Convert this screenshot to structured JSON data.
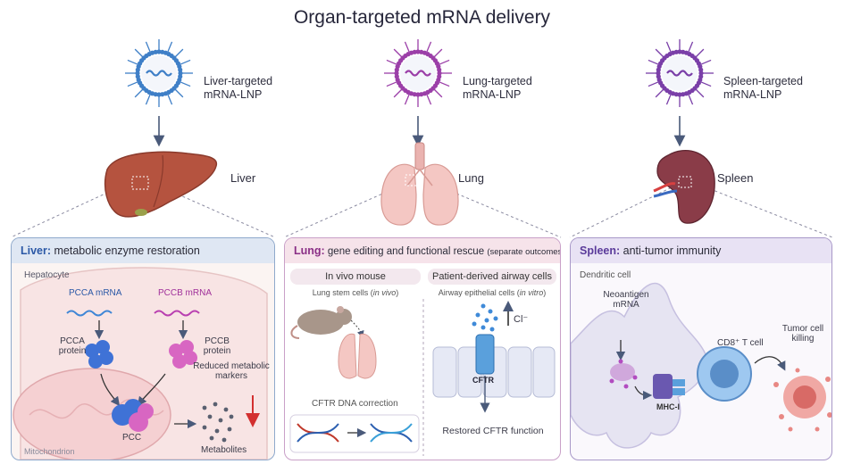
{
  "title": "Organ-targeted mRNA delivery",
  "lnps": [
    {
      "label": "Liver-targeted mRNA-LNP",
      "organ": "Liver",
      "color": "#3f7fc7"
    },
    {
      "label": "Lung-targeted mRNA-LNP",
      "organ": "Lung",
      "color": "#9b3fa8"
    },
    {
      "label": "Spleen-targeted mRNA-LNP",
      "organ": "Spleen",
      "color": "#7a3fa8"
    }
  ],
  "liver_panel": {
    "head_bold": "Liver:",
    "head_rest": " metabolic enzyme restoration",
    "cell": "Hepatocyte",
    "pcca_mrna": "PCCA mRNA",
    "pccb_mrna": "PCCB mRNA",
    "pcca_protein": "PCCA protein",
    "pccb_protein": "PCCB protein",
    "pcc": "PCC",
    "reduced": "Reduced metabolic markers",
    "metabolites": "Metabolites",
    "mito": "Mitochondrion"
  },
  "lung_panel": {
    "head_bold": "Lung:",
    "head_rest": " gene editing and functional rescue",
    "head_note": "(separate outcomes)",
    "left_title": "In vivo mouse",
    "left_sub": "Lung stem cells (",
    "left_sub_em": "in vivo",
    "left_sub_end": ")",
    "dna": "CFTR DNA correction",
    "right_title": "Patient-derived airway cells",
    "right_sub": "Airway epithelial cells (",
    "right_sub_em": "in vitro",
    "right_sub_end": ")",
    "ion": "Cl⁻",
    "cftr": "CFTR",
    "restored": "Restored CFTR function"
  },
  "spleen_panel": {
    "head_bold": "Spleen:",
    "head_rest": " anti-tumor immunity",
    "cell": "Dendritic cell",
    "neo": "Neoantigen mRNA",
    "tcell": "CD8⁺ T cell",
    "mhc": "MHC-I",
    "kill": "Tumor cell killing"
  }
}
